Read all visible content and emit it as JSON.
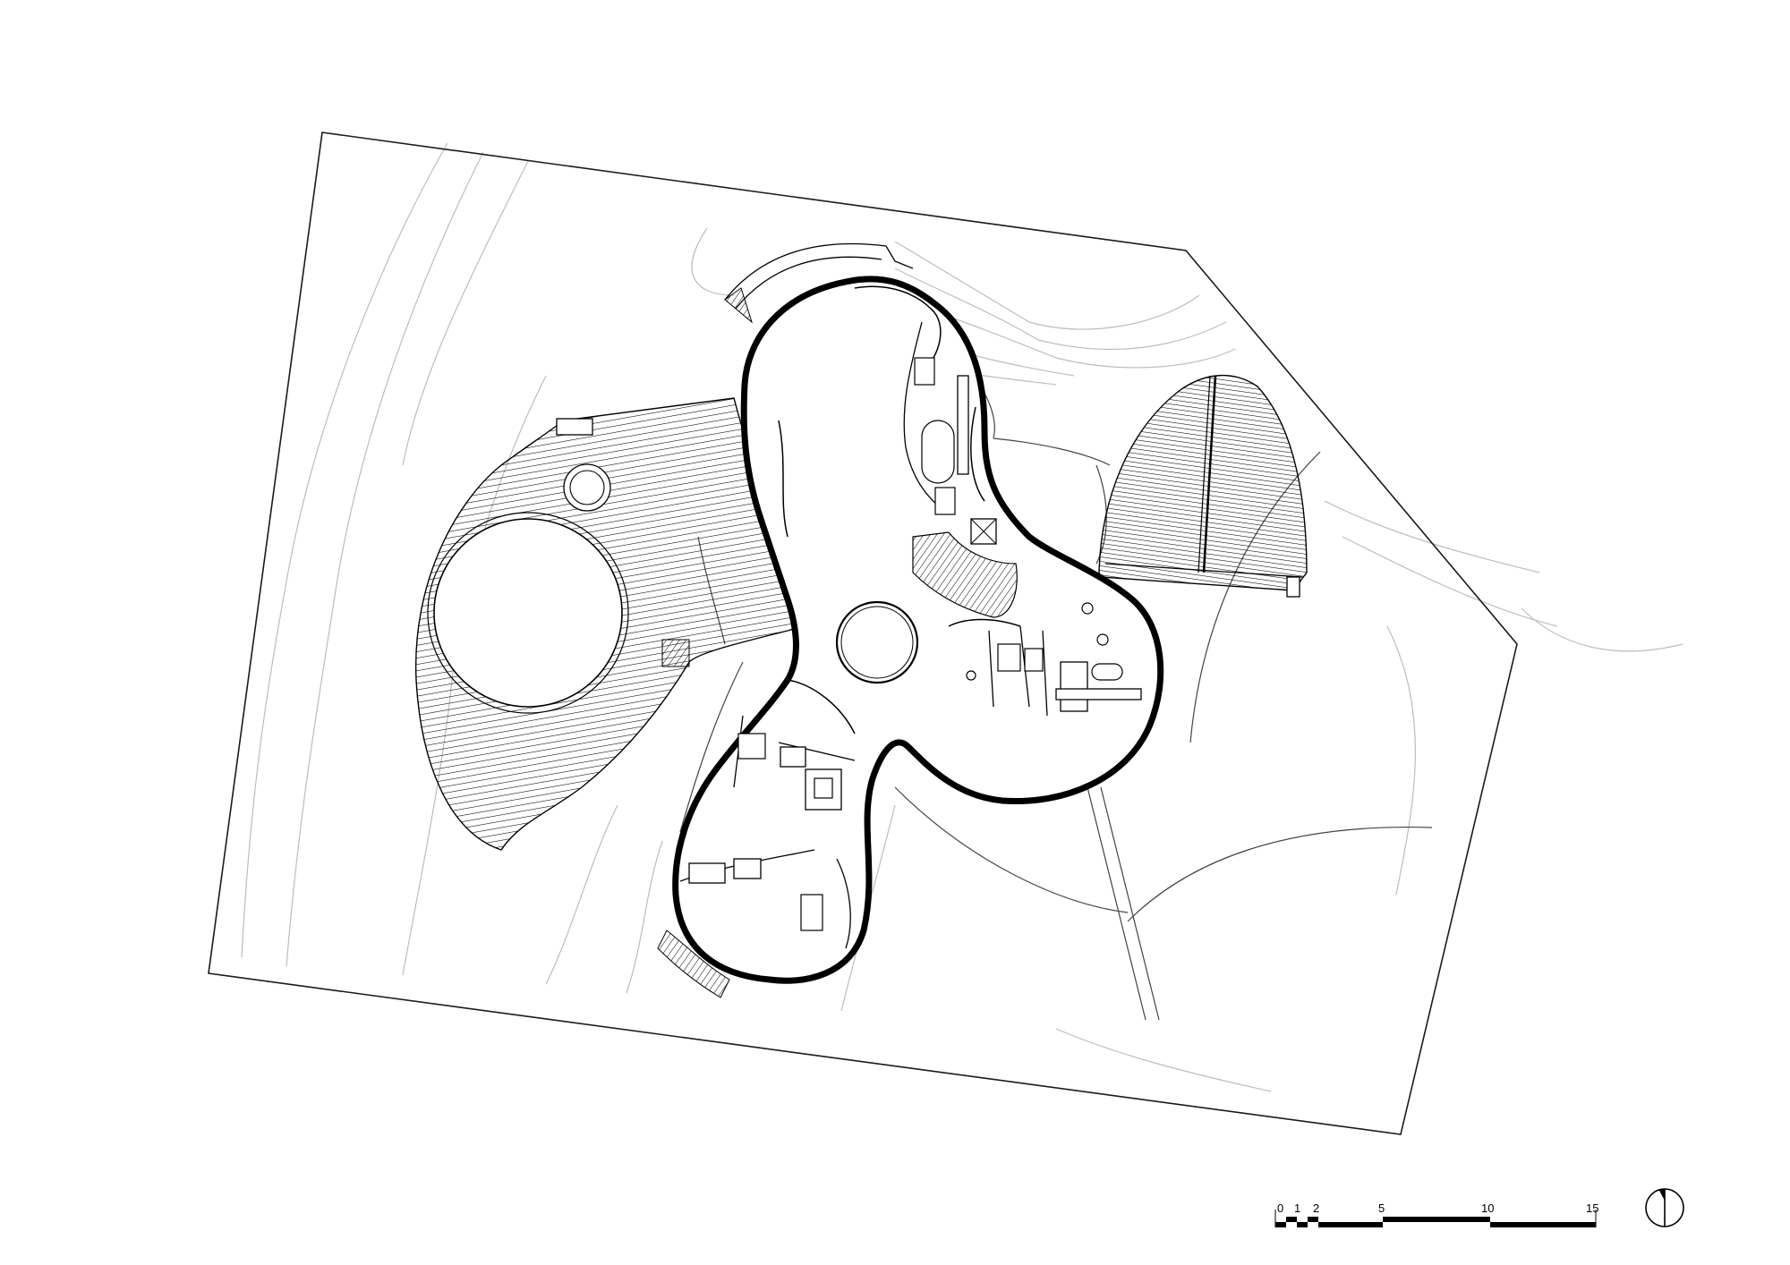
{
  "scale_bar": {
    "labels": [
      "0",
      "1",
      "2",
      "5",
      "10",
      "15"
    ],
    "values": [
      0,
      1,
      2,
      5,
      10,
      15
    ]
  },
  "north_arrow": {
    "icon": "north-arrow-icon"
  },
  "colors": {
    "line": "#000000",
    "contour": "#bdbdbd",
    "background": "#ffffff"
  }
}
